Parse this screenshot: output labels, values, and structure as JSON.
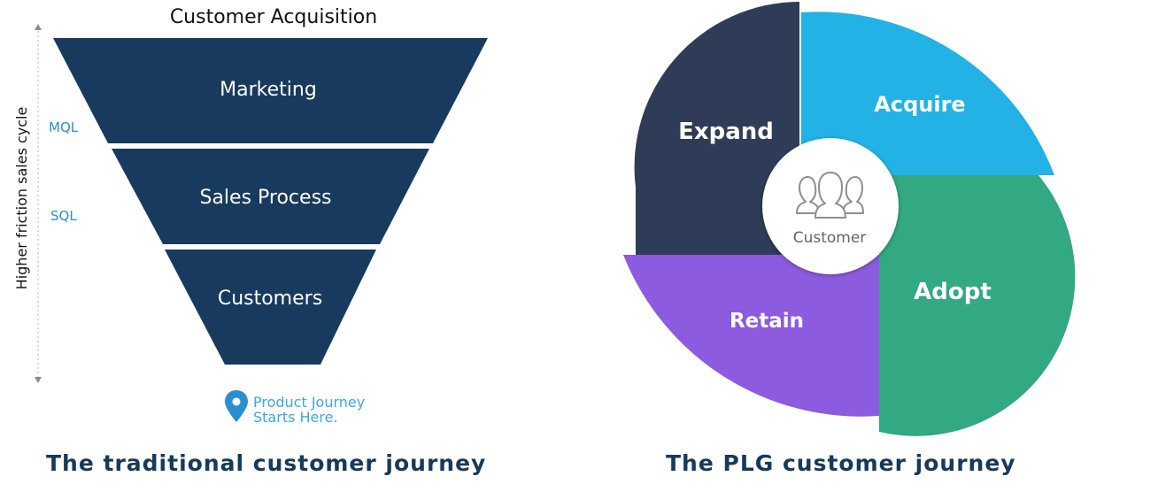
{
  "funnel": {
    "title": "Customer Acquisition",
    "axis_label": "Higher friction sales cycle",
    "stages": [
      {
        "label": "Marketing"
      },
      {
        "label": "Sales Process"
      },
      {
        "label": "Customers"
      }
    ],
    "markers": [
      {
        "label": "MQL"
      },
      {
        "label": "SQL"
      }
    ],
    "pin": {
      "line1": "Product Journey",
      "line2": "Starts Here."
    },
    "caption": "The traditional customer journey"
  },
  "cycle": {
    "segments": [
      {
        "label": "Acquire"
      },
      {
        "label": "Adopt"
      },
      {
        "label": "Retain"
      },
      {
        "label": "Expand"
      }
    ],
    "center_label": "Customer",
    "caption": "The PLG customer journey"
  },
  "colors": {
    "funnel_fill": "#183a5e",
    "marker_text": "#2a8fd1",
    "pin": "#2a8fd1",
    "pin_text": "#39a9e6",
    "caption": "#163a5c",
    "acquire": "#22b2e5",
    "adopt": "#32a883",
    "retain": "#8c5be0",
    "expand": "#2e3c58",
    "center_fill": "#ffffff",
    "center_text": "#666666"
  }
}
